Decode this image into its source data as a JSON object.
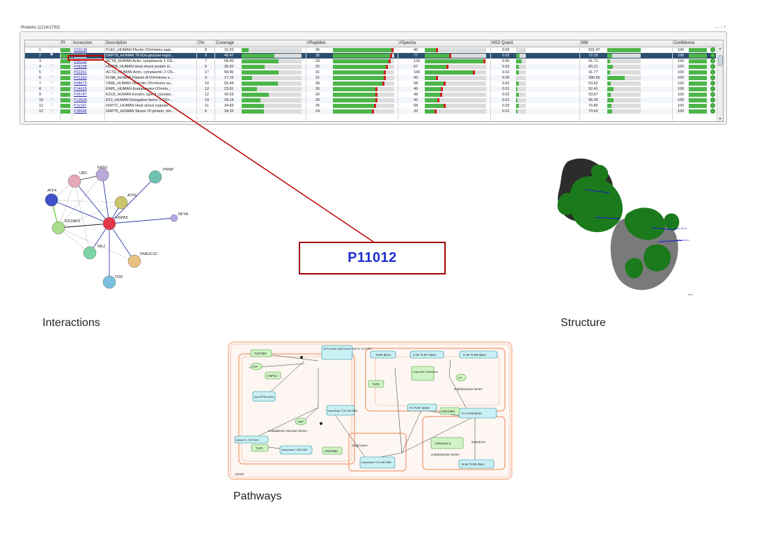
{
  "panel": {
    "title": "Proteins (1214/1792)",
    "controls": "— ↑ ?"
  },
  "table": {
    "columns": [
      "",
      "PI",
      "Accession",
      "Description",
      "Chr",
      "Coverage",
      "#Peptides",
      "#Spectra",
      "MS2 Quant.",
      "MW",
      "Confidence"
    ],
    "rows": [
      {
        "n": "1",
        "star": "☆",
        "acc": "O15149",
        "desc": "PLEC_HUMAN Plectin OS=Homo sapi...",
        "chr": "8",
        "cov": "10.20",
        "cov_frac": 0.12,
        "pep": "36",
        "pep_frac": 0.99,
        "spec": "40",
        "spec_frac": 0.22,
        "ms2": "0.00",
        "ms2_frac": 0.0,
        "mw": "531.47",
        "mw_frac": 1.0,
        "conf": "100",
        "selected": false
      },
      {
        "n": "2",
        "star": "★",
        "acc": "P11021",
        "desc": "GRP78_HUMAN 78 kDa glucose-regul...",
        "chr": "9",
        "cov": "48.47",
        "cov_frac": 0.55,
        "pep": "35",
        "pep_frac": 0.97,
        "spec": "77",
        "spec_frac": 0.43,
        "ms2": "0.02",
        "ms2_frac": 0.35,
        "mw": "72.29",
        "mw_frac": 0.14,
        "conf": "100",
        "selected": true
      },
      {
        "n": "3",
        "star": "☆",
        "acc": "P60709",
        "desc": "ACTB_HUMAN Actin, cytoplasmic 1 OS...",
        "chr": "7",
        "cov": "58.40",
        "cov_frac": 0.62,
        "pep": "33",
        "pep_frac": 0.94,
        "spec": "129",
        "spec_frac": 0.99,
        "ms2": "0.05",
        "ms2_frac": 0.6,
        "mw": "41.71",
        "mw_frac": 0.08,
        "conf": "100",
        "selected": false
      },
      {
        "n": "4",
        "star": "☆",
        "acc": "P08238",
        "desc": "HS90B_HUMAN Heat shock protein H...",
        "chr": "6",
        "cov": "36.50",
        "cov_frac": 0.38,
        "pep": "32",
        "pep_frac": 0.9,
        "spec": "67",
        "spec_frac": 0.39,
        "ms2": "0.02",
        "ms2_frac": 0.3,
        "mw": "83.21",
        "mw_frac": 0.16,
        "conf": "100",
        "selected": false
      },
      {
        "n": "5",
        "star": "☆",
        "acc": "P63261",
        "desc": "ACTG_HUMAN Actin, cytoplasmic 2 OS...",
        "chr": "17",
        "cov": "58.40",
        "cov_frac": 0.62,
        "pep": "31",
        "pep_frac": 0.86,
        "spec": "106",
        "spec_frac": 0.82,
        "ms2": "0.02",
        "ms2_frac": 0.3,
        "mw": "41.77",
        "mw_frac": 0.08,
        "conf": "100",
        "selected": false
      },
      {
        "n": "6",
        "star": "☆",
        "acc": "P21333",
        "desc": "FLNA_HUMAN Filamin-A OS=Homo s...",
        "chr": "X",
        "cov": "17.15",
        "cov_frac": 0.18,
        "pep": "31",
        "pep_frac": 0.86,
        "spec": "40",
        "spec_frac": 0.22,
        "ms2": "0.00",
        "ms2_frac": 0.0,
        "mw": "280.56",
        "mw_frac": 0.53,
        "conf": "100",
        "selected": false
      },
      {
        "n": "7",
        "star": "☆",
        "acc": "P08670",
        "desc": "VIME_HUMAN Vimentin OS=Homo sa...",
        "chr": "10",
        "cov": "56.44",
        "cov_frac": 0.6,
        "pep": "30",
        "pep_frac": 0.84,
        "spec": "58",
        "spec_frac": 0.34,
        "ms2": "0.02",
        "ms2_frac": 0.3,
        "mw": "53.62",
        "mw_frac": 0.1,
        "conf": "100",
        "selected": false
      },
      {
        "n": "8",
        "star": "☆",
        "acc": "P14625",
        "desc": "ENPL_HUMAN Endoplasmin OS=Ho...",
        "chr": "12",
        "cov": "23.91",
        "cov_frac": 0.26,
        "pep": "26",
        "pep_frac": 0.73,
        "spec": "49",
        "spec_frac": 0.29,
        "ms2": "0.01",
        "ms2_frac": 0.15,
        "mw": "92.41",
        "mw_frac": 0.18,
        "conf": "100",
        "selected": false
      },
      {
        "n": "9",
        "star": "☆",
        "acc": "P05787",
        "desc": "K2C8_HUMAN Keratin, type II cytoskel...",
        "chr": "12",
        "cov": "42.03",
        "cov_frac": 0.45,
        "pep": "26",
        "pep_frac": 0.73,
        "spec": "48",
        "spec_frac": 0.28,
        "ms2": "0.02",
        "ms2_frac": 0.3,
        "mw": "53.67",
        "mw_frac": 0.1,
        "conf": "100",
        "selected": false
      },
      {
        "n": "10",
        "star": "☆",
        "acc": "P13639",
        "desc": "EF2_HUMAN Elongation factor 2 OS=...",
        "chr": "19",
        "cov": "29.14",
        "cov_frac": 0.31,
        "pep": "26",
        "pep_frac": 0.73,
        "spec": "42",
        "spec_frac": 0.24,
        "ms2": "0.01",
        "ms2_frac": 0.15,
        "mw": "95.28",
        "mw_frac": 0.18,
        "conf": "100",
        "selected": false
      },
      {
        "n": "11",
        "star": "☆",
        "acc": "P11142",
        "desc": "HSP7C_HUMAN Heat shock cognate ...",
        "chr": "11",
        "cov": "34.83",
        "cov_frac": 0.37,
        "pep": "25",
        "pep_frac": 0.7,
        "spec": "58",
        "spec_frac": 0.34,
        "ms2": "0.02",
        "ms2_frac": 0.3,
        "mw": "70.85",
        "mw_frac": 0.13,
        "conf": "100",
        "selected": false
      },
      {
        "n": "12",
        "star": "☆",
        "acc": "P38646",
        "desc": "GRP75_HUMAN Stress-70 protein, mit...",
        "chr": "5",
        "cov": "34.32",
        "cov_frac": 0.37,
        "pep": "24",
        "pep_frac": 0.67,
        "spec": "33",
        "spec_frac": 0.19,
        "ms2": "0.01",
        "ms2_frac": 0.15,
        "mw": "73.63",
        "mw_frac": 0.14,
        "conf": "100",
        "selected": false
      }
    ]
  },
  "callout": {
    "text": "P11012"
  },
  "sections": {
    "interactions": "Interactions",
    "structure": "Structure",
    "pathways": "Pathways"
  },
  "network": {
    "nodes": [
      "UBC",
      "ERN1",
      "PRNP",
      "ATF4",
      "ATF6",
      "EIF2AK3",
      "HSPA5",
      "NFYA",
      "SIL1",
      "DNAJC10",
      "OS9"
    ]
  },
  "structure": {
    "labels": [
      "ation of m",
      "ation of m",
      "Jmol"
    ]
  },
  "pathway": {
    "labels": [
      "TLR7/8/9",
      "ATP-bound Gp96 dimer CNP13 TLR7/8/9",
      "TLR9 dimer",
      "C-ter TLR7 dimer",
      "C-ter TLR9 dimer",
      "ATP",
      "CNP13",
      "Apo-GP96 dimer",
      "ADP",
      "Intracellular TLR UNC93B1",
      "TLR3",
      "Legumain/ Cathepsins",
      "H+",
      "endolysosome lumen",
      "FL-TLR7 dimer",
      "UNC93B1",
      "FL-TLR9 dimer",
      "endoplasmic reticulum lumen",
      "folded FL-TLR7/8/9",
      "TLR3",
      "Intracellular TLR3/7/8/9",
      "UNC93B1",
      "Golgi lumen",
      "intracellular TLR UNC93B1",
      "Cathepsin S",
      "neutral pH",
      "endolysosome lumen",
      "N-ter TLR9 dimer",
      "cytosol"
    ]
  }
}
